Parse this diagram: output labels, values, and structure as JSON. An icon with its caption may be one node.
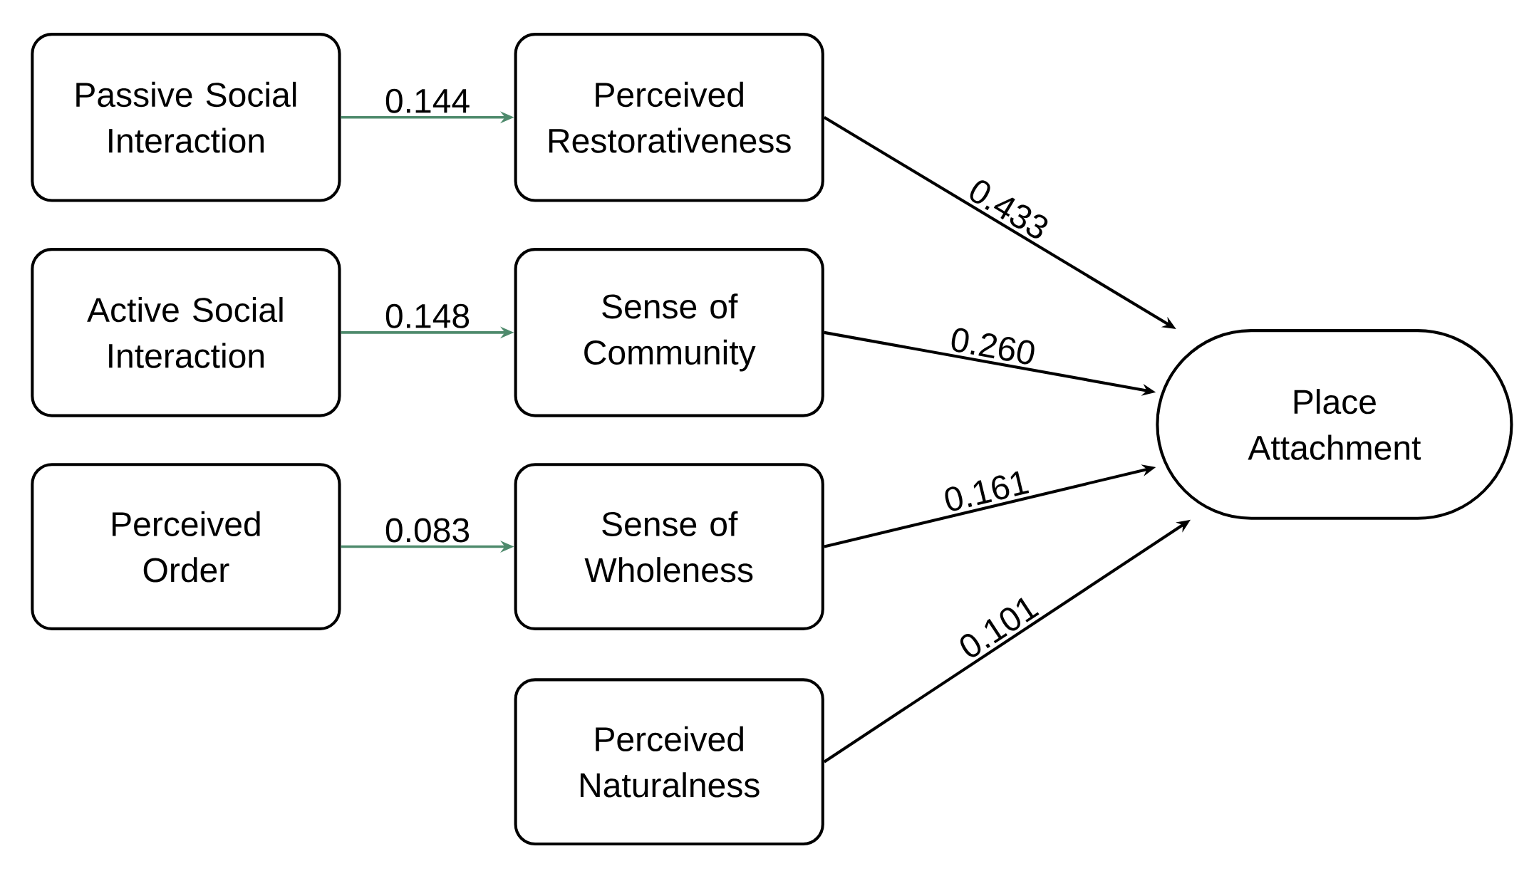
{
  "diagram": {
    "nodes": [
      {
        "text": [
          "Passive Social Interaction"
        ]
      },
      {
        "text": [
          "Perceived Restorativeness"
        ]
      },
      {
        "text": [
          "Active Social Interaction"
        ]
      },
      {
        "text": [
          "Sense of Community"
        ]
      },
      {
        "text": [
          "Perceived Order"
        ]
      },
      {
        "text": [
          "Sense of Wholeness"
        ]
      },
      {
        "text": [
          "Perceived Naturalness"
        ]
      },
      {
        "text": [
          "Place Attachment"
        ]
      }
    ],
    "edges": [
      {
        "from": 0,
        "to": 1,
        "arrow": "to",
        "label": "0.144",
        "color": "#4e8a6c"
      },
      {
        "from": 2,
        "to": 3,
        "arrow": "to",
        "label": "0.148",
        "color": "#4e8a6c"
      },
      {
        "from": 4,
        "to": 5,
        "arrow": "to",
        "label": "0.083",
        "color": "#4e8a6c"
      },
      {
        "from": 1,
        "to": 7,
        "arrow": "to",
        "label": "0.433"
      },
      {
        "from": 3,
        "to": 7,
        "arrow": "to",
        "label": "0.260"
      },
      {
        "from": 5,
        "to": 7,
        "arrow": "to",
        "label": "0.161"
      },
      {
        "from": 6,
        "to": 7,
        "arrow": "to",
        "label": "0.101"
      }
    ]
  }
}
